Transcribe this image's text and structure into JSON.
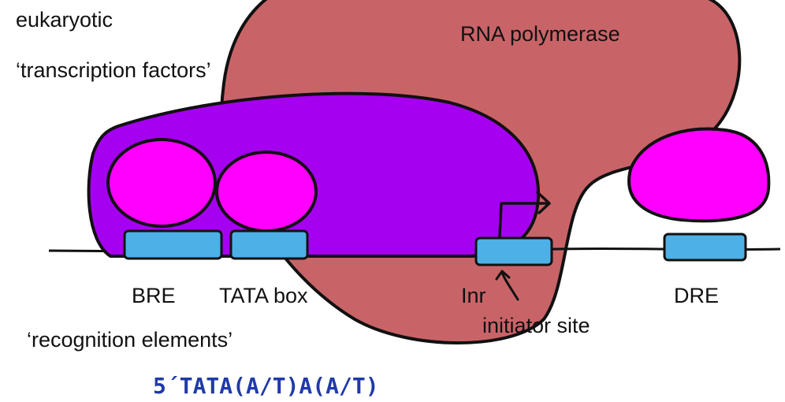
{
  "labels": {
    "eukaryotic": "eukaryotic",
    "transcription_factors": "‘transcription factors’",
    "rna_polymerase": "RNA polymerase",
    "bre": "BRE",
    "tata_box": "TATA box",
    "inr": "Inr",
    "initiator_site": "initiator site",
    "dre": "DRE",
    "recognition_elements": "‘recognition elements’"
  },
  "sequence": "5´TATA(A/T)A(A/T)",
  "colors": {
    "polymerase": "#c86468",
    "factor_complex": "#a600f0",
    "factor_subunit": "#ff00ff",
    "dna_element": "#4db0e6",
    "outline": "#000000",
    "sequence_text": "#1f3aa8"
  }
}
